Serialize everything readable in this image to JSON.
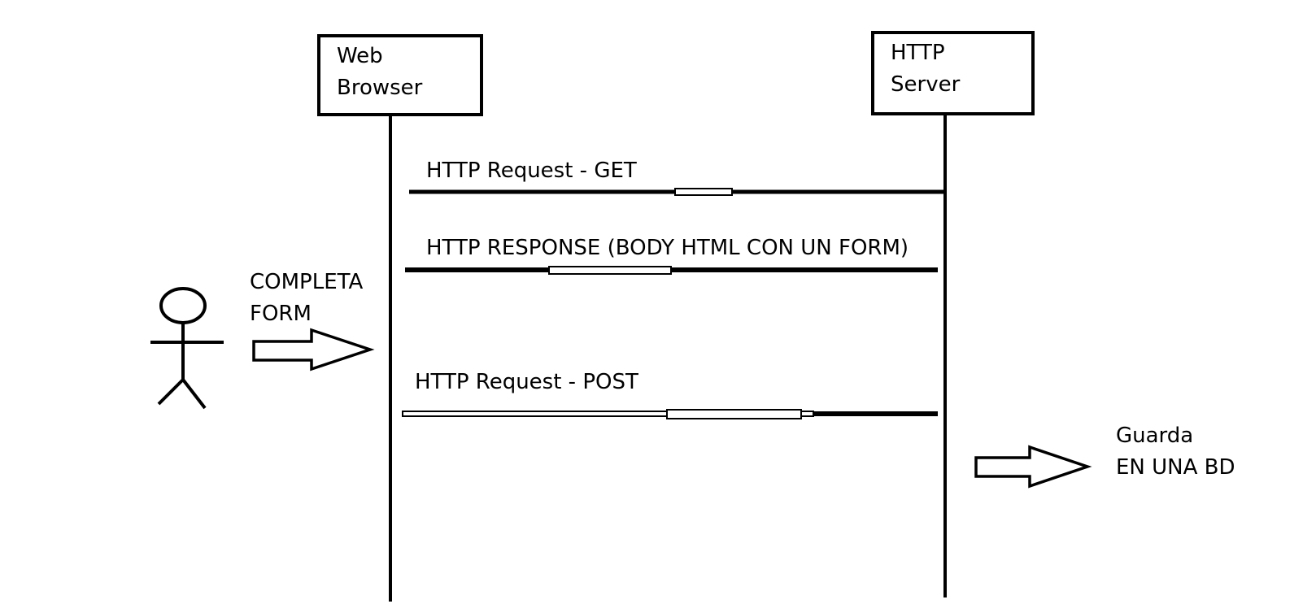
{
  "participants": {
    "browser": {
      "line1": "Web",
      "line2": "Browser"
    },
    "server": {
      "line1": "HTTP",
      "line2": "Server"
    }
  },
  "messages": {
    "get": "HTTP Request - GET",
    "response": "HTTP RESPONSE (BODY HTML CON UN FORM)",
    "post": "HTTP Request - POST"
  },
  "actor_note": {
    "line1": "COMPLETA",
    "line2": "FORM"
  },
  "server_note": {
    "line1": "Guarda",
    "line2": "EN UNA BD"
  },
  "colors": {
    "ink": "#000000",
    "background": "#ffffff"
  }
}
